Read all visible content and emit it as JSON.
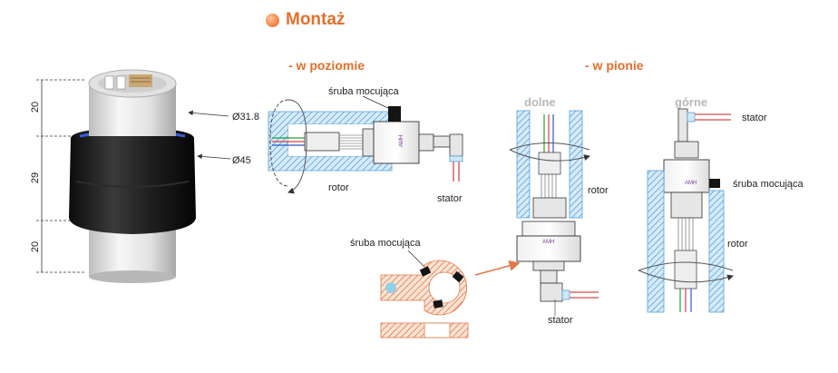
{
  "title": "Montaż",
  "colors": {
    "accent": "#e46f2c",
    "hatch": "#e07848",
    "blue_hatch": "#5aa0d8",
    "stator_wire": "#e0686c"
  },
  "product": {
    "dims": {
      "top": "20",
      "middle": "29",
      "bottom": "20",
      "d_inner": "Ø31.8",
      "d_outer": "Ø45"
    }
  },
  "horizontal": {
    "title": "- w poziomie",
    "screw": "śruba mocująca",
    "rotor": "rotor",
    "stator": "stator",
    "brand": "AMH"
  },
  "vertical": {
    "title": "- w pionie",
    "lower": {
      "title": "dolne",
      "rotor": "rotor",
      "stator": "stator"
    },
    "upper": {
      "title": "górne",
      "stator": "stator",
      "screw": "śruba mocująca",
      "rotor": "rotor"
    }
  },
  "detail": {
    "screw": "śruba mocująca"
  }
}
